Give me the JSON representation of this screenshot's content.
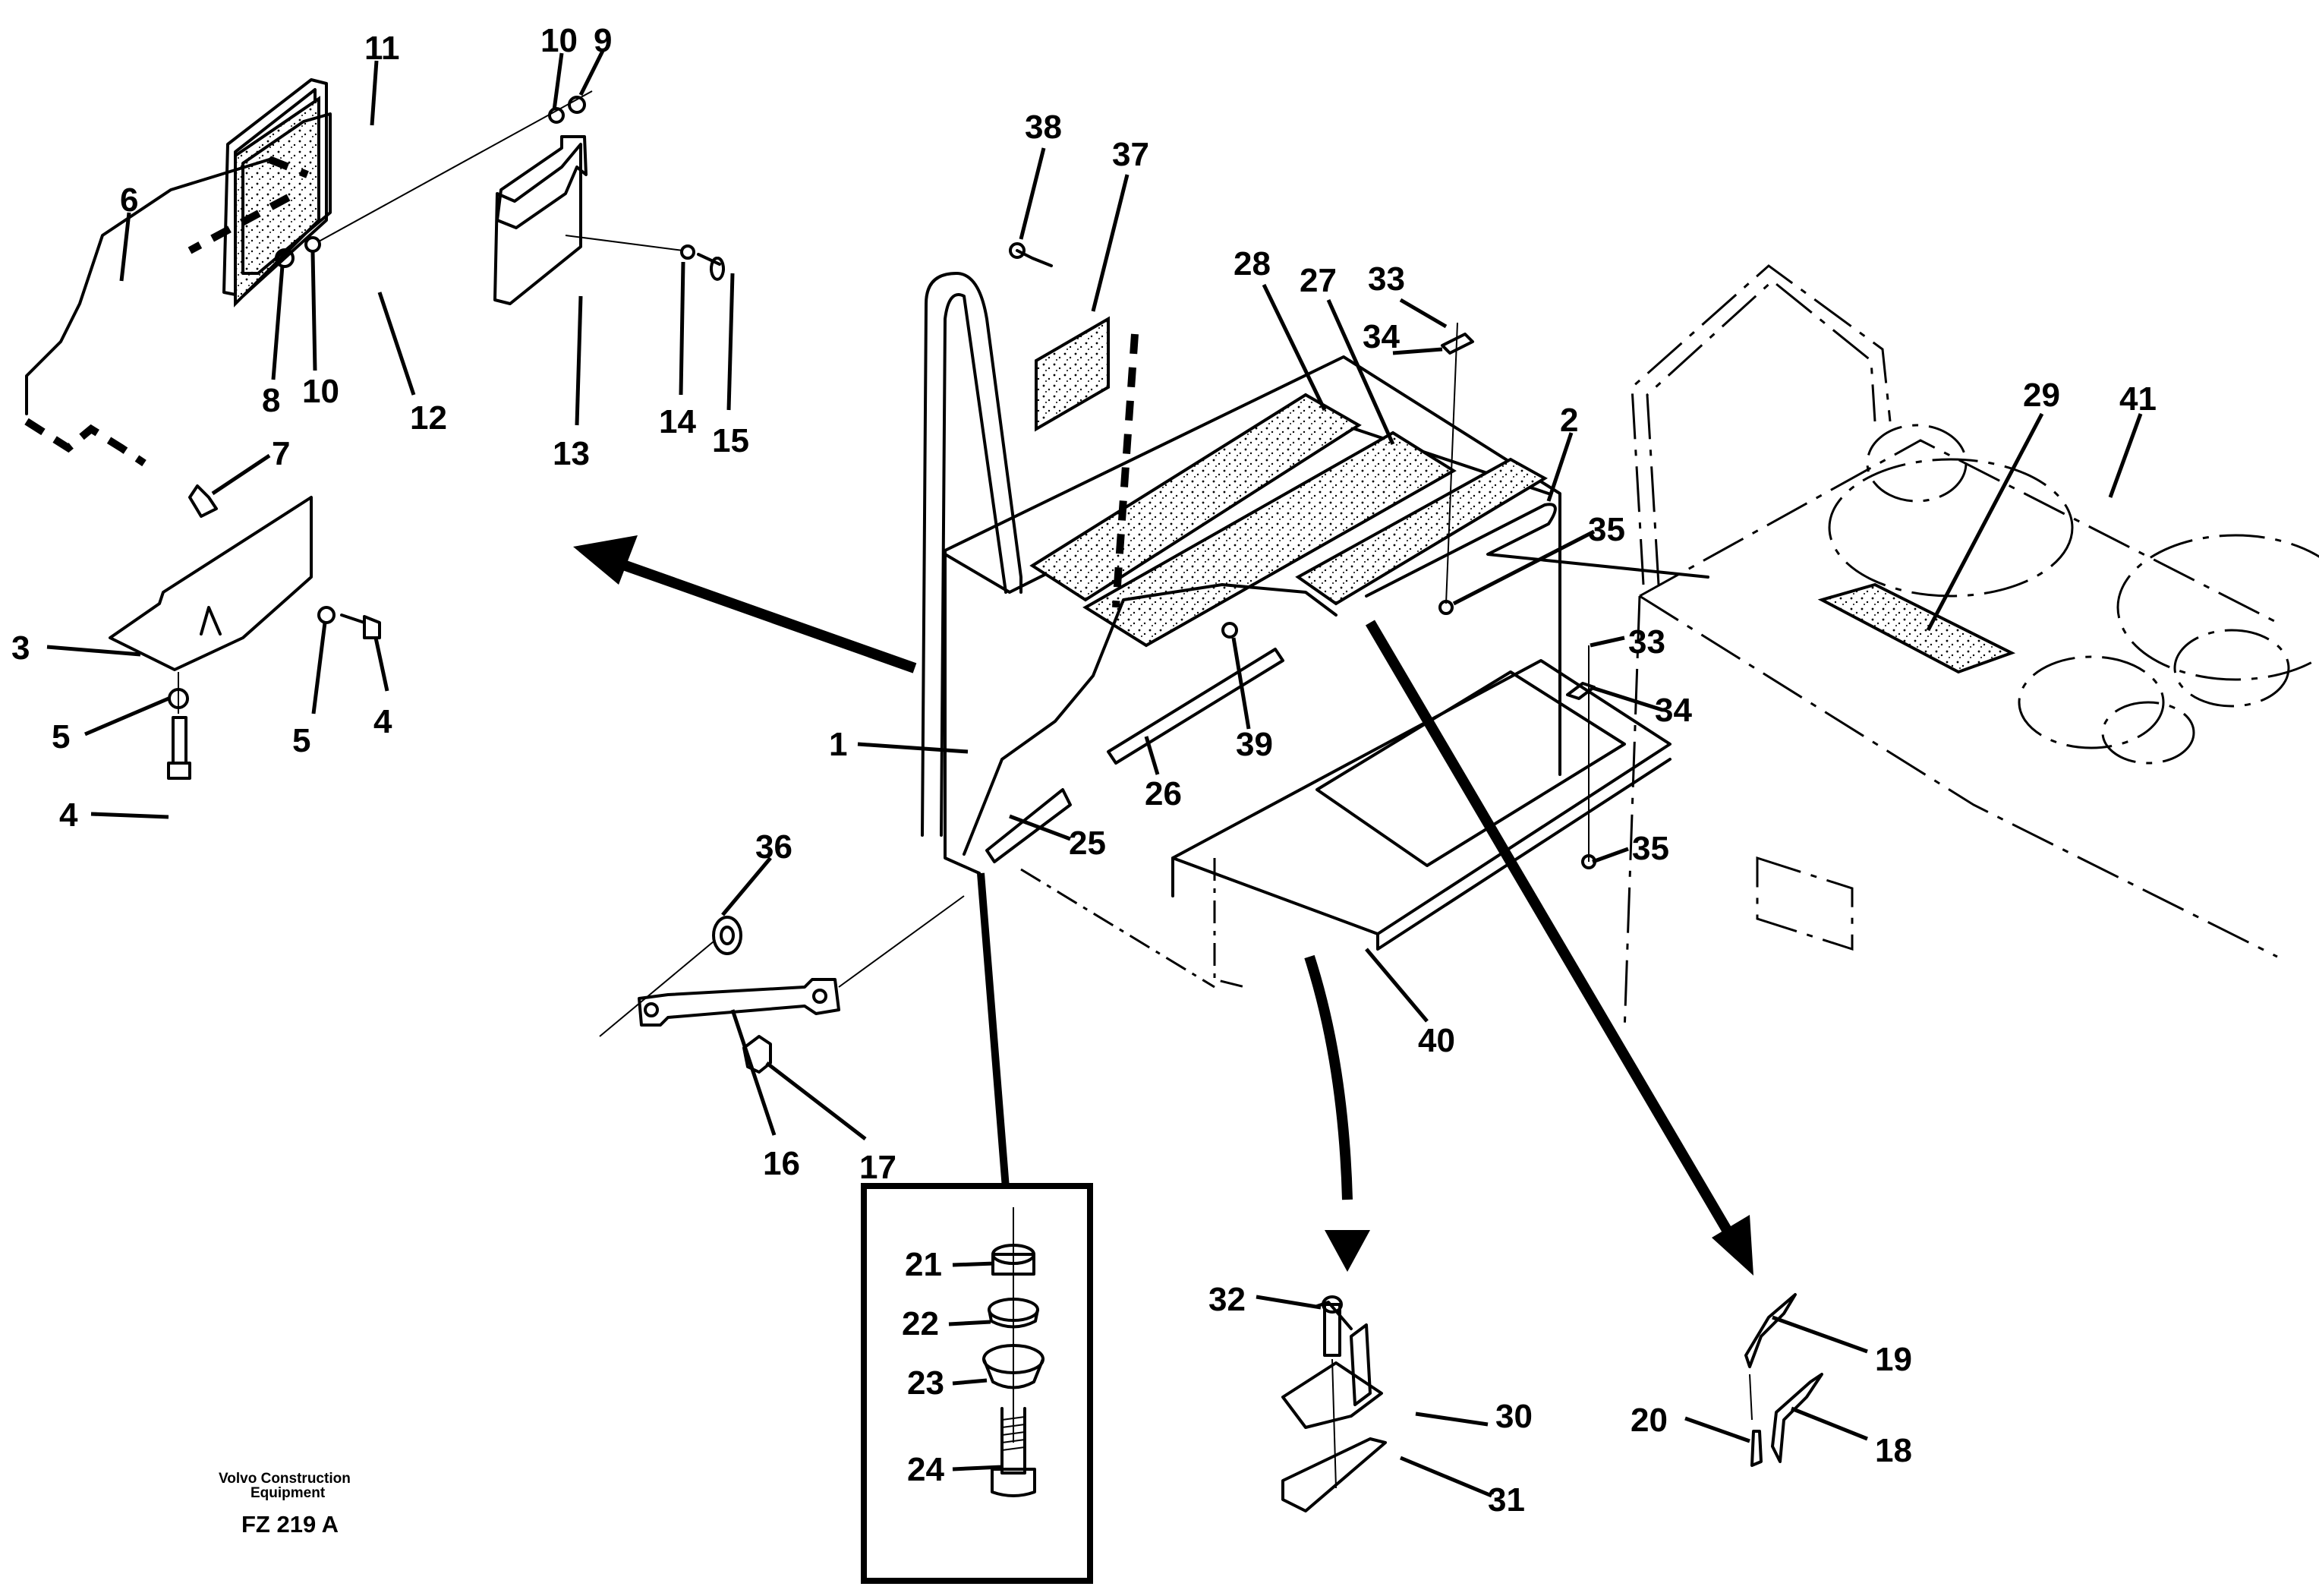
{
  "diagram": {
    "title": "Exploded parts view",
    "publisher_line1": "Volvo Construction",
    "publisher_line2": "Equipment",
    "figure_code": "FZ 219 A",
    "callouts": [
      {
        "id": "c1",
        "text": "1"
      },
      {
        "id": "c2",
        "text": "2"
      },
      {
        "id": "c3",
        "text": "3"
      },
      {
        "id": "c4a",
        "text": "4"
      },
      {
        "id": "c4b",
        "text": "4"
      },
      {
        "id": "c5a",
        "text": "5"
      },
      {
        "id": "c5b",
        "text": "5"
      },
      {
        "id": "c6",
        "text": "6"
      },
      {
        "id": "c7",
        "text": "7"
      },
      {
        "id": "c8",
        "text": "8"
      },
      {
        "id": "c9",
        "text": "9"
      },
      {
        "id": "c10a",
        "text": "10"
      },
      {
        "id": "c10b",
        "text": "10"
      },
      {
        "id": "c11",
        "text": "11"
      },
      {
        "id": "c12",
        "text": "12"
      },
      {
        "id": "c13",
        "text": "13"
      },
      {
        "id": "c14",
        "text": "14"
      },
      {
        "id": "c15",
        "text": "15"
      },
      {
        "id": "c16",
        "text": "16"
      },
      {
        "id": "c17",
        "text": "17"
      },
      {
        "id": "c18",
        "text": "18"
      },
      {
        "id": "c19",
        "text": "19"
      },
      {
        "id": "c20",
        "text": "20"
      },
      {
        "id": "c21",
        "text": "21"
      },
      {
        "id": "c22",
        "text": "22"
      },
      {
        "id": "c23",
        "text": "23"
      },
      {
        "id": "c24",
        "text": "24"
      },
      {
        "id": "c25",
        "text": "25"
      },
      {
        "id": "c26",
        "text": "26"
      },
      {
        "id": "c27",
        "text": "27"
      },
      {
        "id": "c28",
        "text": "28"
      },
      {
        "id": "c29",
        "text": "29"
      },
      {
        "id": "c30",
        "text": "30"
      },
      {
        "id": "c31",
        "text": "31"
      },
      {
        "id": "c32",
        "text": "32"
      },
      {
        "id": "c33a",
        "text": "33"
      },
      {
        "id": "c33b",
        "text": "33"
      },
      {
        "id": "c34a",
        "text": "34"
      },
      {
        "id": "c34b",
        "text": "34"
      },
      {
        "id": "c35a",
        "text": "35"
      },
      {
        "id": "c35b",
        "text": "35"
      },
      {
        "id": "c36",
        "text": "36"
      },
      {
        "id": "c37",
        "text": "37"
      },
      {
        "id": "c38",
        "text": "38"
      },
      {
        "id": "c39",
        "text": "39"
      },
      {
        "id": "c40",
        "text": "40"
      },
      {
        "id": "c41",
        "text": "41"
      }
    ]
  }
}
